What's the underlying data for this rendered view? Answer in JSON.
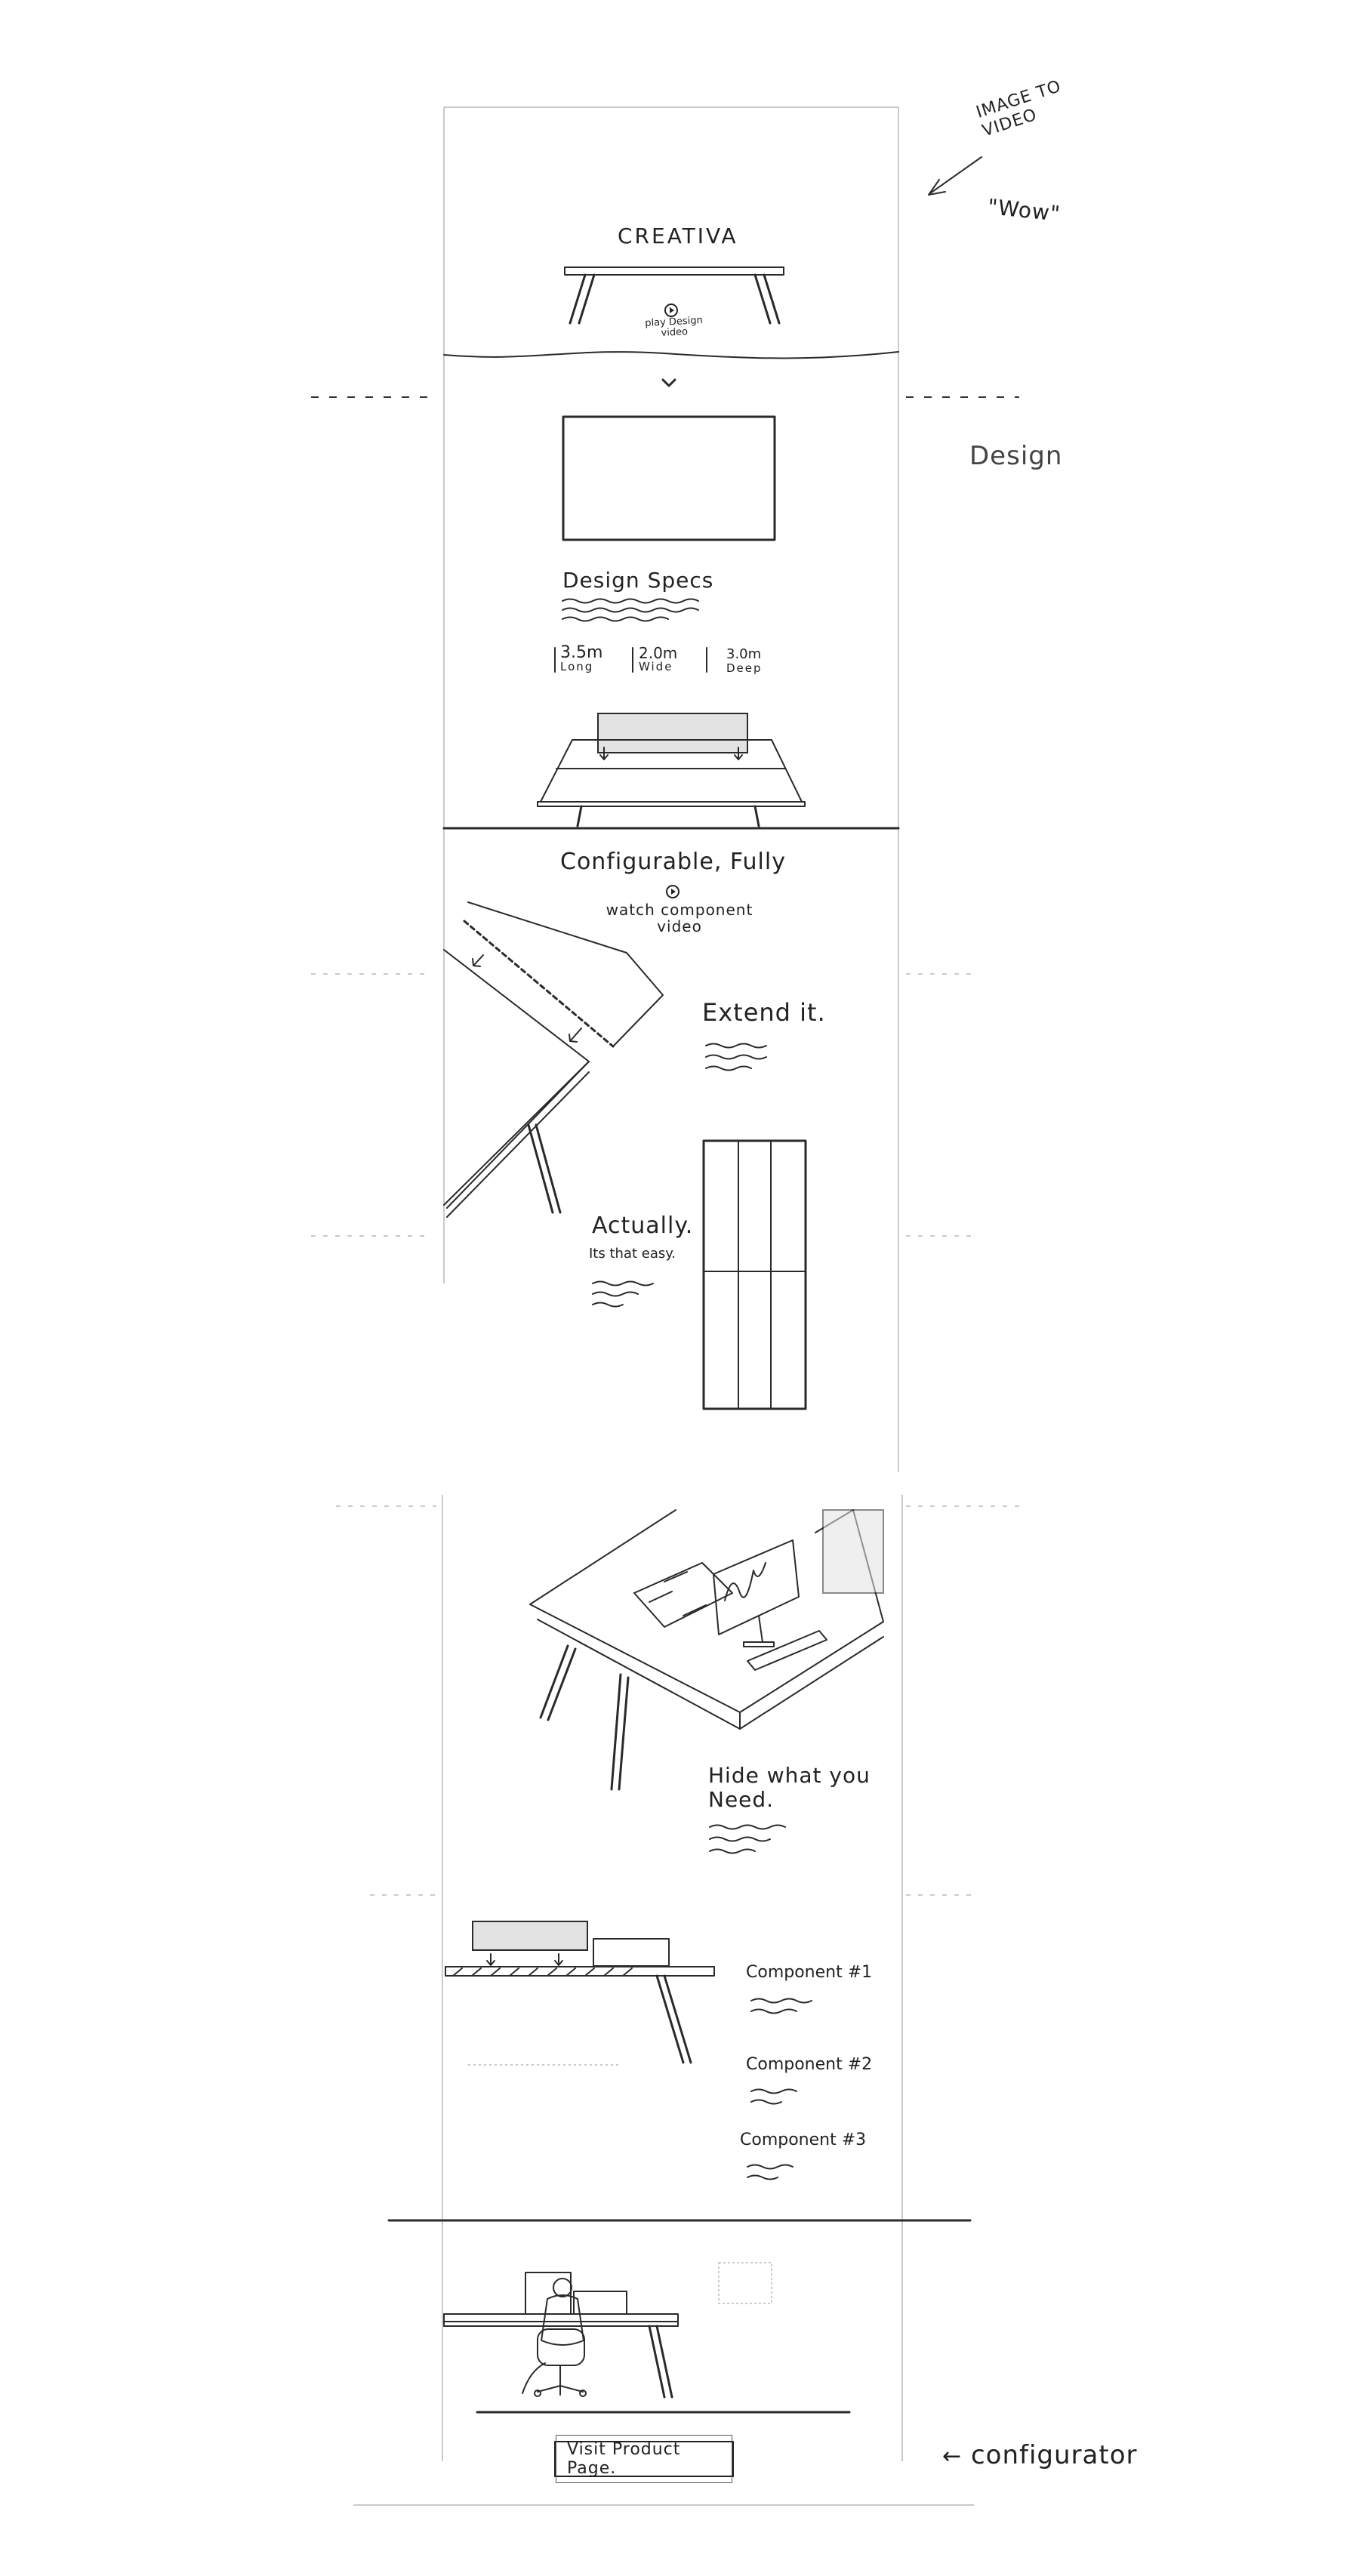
{
  "hero": {
    "title": "CREATIVA",
    "play_label_line1": "play Design",
    "play_label_line2": "video"
  },
  "annotations": {
    "image_to_video_line1": "IMAGE TO",
    "image_to_video_line2": "VIDEO",
    "wow": "\"Wow\"",
    "design": "Design",
    "configurator": "configurator"
  },
  "specs": {
    "heading": "Design Specs",
    "items": [
      {
        "value": "3.5m",
        "unit": "Long"
      },
      {
        "value": "2.0m",
        "unit": "Wide"
      },
      {
        "value": "3.0m",
        "unit": "Deep"
      }
    ]
  },
  "configurable": {
    "heading": "Configurable, Fully",
    "video_line1": "watch component",
    "video_line2": "video",
    "extend_heading": "Extend it.",
    "actually_heading": "Actually.",
    "actually_sub": "Its that easy."
  },
  "hide": {
    "heading_line1": "Hide what you",
    "heading_line2": "Need."
  },
  "components": {
    "items": [
      {
        "label": "Component #1"
      },
      {
        "label": "Component #2"
      },
      {
        "label": "Component #3"
      }
    ]
  },
  "cta": {
    "label": "Visit Product Page."
  },
  "icons": {
    "chevron": "chevron-down-icon",
    "play": "play-icon",
    "arrow": "arrow-left-icon"
  }
}
